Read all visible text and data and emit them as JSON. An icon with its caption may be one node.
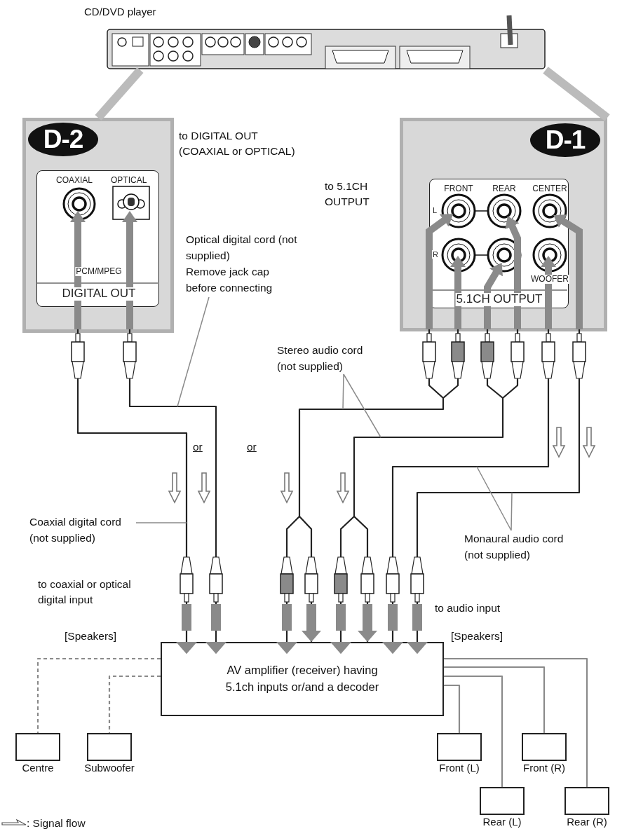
{
  "diagram": {
    "nodes": [
      {
        "text": [],
        "shape": "picture",
        "beside": [
          "CD/DVD player"
        ]
      },
      {
        "text": [
          "D-2"
        ]
      },
      {
        "text": [
          "COAXIAL",
          "OPTICAL",
          "PCM/MPEG",
          "DIGITAL OUT"
        ],
        "in": 1
      },
      {
        "text": [
          "D-1"
        ]
      },
      {
        "text": [
          "FRONT",
          "REAR",
          "CENTER",
          "L",
          "R",
          "WOOFER",
          "5.1CH OUTPUT"
        ],
        "in": 3
      },
      {
        "text": [
          "AV amplifier (receiver) having 5.1ch inputs or/and a decoder"
        ]
      },
      {
        "text": [
          "Centre"
        ]
      },
      {
        "text": [
          "Subwoofer"
        ]
      },
      {
        "text": [
          "Front (L)"
        ]
      },
      {
        "text": [
          "Front (R)"
        ]
      },
      {
        "text": [
          "Rear (L)"
        ]
      },
      {
        "text": [
          "Rear (R)"
        ]
      },
      {
        "text": [
          "Optical digital cord (not supplied)",
          "Remove jack cap before connecting"
        ]
      },
      {
        "text": [
          "Coaxial digital cord (not supplied)"
        ]
      },
      {
        "text": [
          "Stereo audio cord (not supplied)"
        ]
      },
      {
        "text": [
          "Monaural audio cord (not supplied)"
        ]
      }
    ],
    "edges": [
      {
        "from": 0,
        "to": 1,
        "arrow": "none",
        "style": "thick",
        "color": "#bbbbbb"
      },
      {
        "from": 0,
        "to": 3,
        "arrow": "none",
        "style": "thick",
        "color": "#bbbbbb"
      },
      {
        "from": 2,
        "to": 5,
        "arrow": "both",
        "color": "#222222"
      },
      {
        "from": 2,
        "to": 5,
        "arrow": "both",
        "color": "#222222"
      },
      {
        "from": 4,
        "to": 5,
        "arrow": "both",
        "color": "#222222"
      },
      {
        "from": 4,
        "to": 5,
        "arrow": "both",
        "color": "#222222"
      },
      {
        "from": 4,
        "to": 5,
        "arrow": "both",
        "color": "#222222"
      },
      {
        "from": 4,
        "to": 5,
        "arrow": "both",
        "color": "#222222"
      },
      {
        "from": 5,
        "to": 6,
        "arrow": "none",
        "style": "dashed"
      },
      {
        "from": 5,
        "to": 7,
        "arrow": "none",
        "style": "dashed"
      },
      {
        "from": 5,
        "to": 8,
        "arrow": "none"
      },
      {
        "from": 5,
        "to": 9,
        "arrow": "none"
      },
      {
        "from": 5,
        "to": 10,
        "arrow": "none"
      },
      {
        "from": 5,
        "to": 11,
        "arrow": "none"
      },
      {
        "from": 12,
        "to": null,
        "arrow": "none"
      },
      {
        "from": 13,
        "to": null,
        "arrow": "none"
      },
      {
        "from": 14,
        "to": null,
        "arrow": "none"
      },
      {
        "from": 14,
        "to": null,
        "arrow": "none"
      },
      {
        "from": 15,
        "to": null,
        "arrow": "none"
      },
      {
        "from": 15,
        "to": null,
        "arrow": "none"
      }
    ],
    "labels": [
      "to DIGITAL OUT (COAXIAL or OPTICAL)",
      "to 5.1CH OUTPUT",
      "or",
      "or",
      "to coaxial or optical digital input",
      "to audio input",
      "[Speakers]",
      "[Speakers]"
    ],
    "legend": [
      {
        "text": ": Signal flow"
      }
    ]
  }
}
